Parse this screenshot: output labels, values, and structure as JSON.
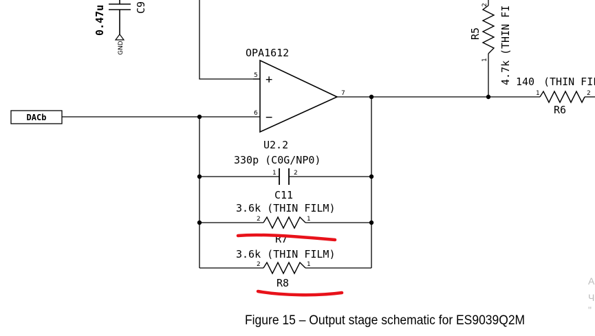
{
  "schematic": {
    "opamp_part": "OPA1612",
    "opamp_ref": "U2.2",
    "pin_in_plus": "5",
    "pin_in_minus": "6",
    "pin_out": "7",
    "plus_sign": "+",
    "minus_sign": "−",
    "input_net": "DACb",
    "c9_value": "0.47u",
    "c9_ref": "C9",
    "gnd_label": "GND",
    "r5_ref": "R5",
    "r5_value": "4.7k",
    "r5_type": "(THIN FI",
    "r5_pin_top": "2",
    "r5_pin_bottom": "1",
    "r6_value": "140",
    "r6_type": "(THIN FIL",
    "r6_ref": "R6",
    "r6_pin_left": "1",
    "r6_pin_right": "2",
    "c11_value": "330p (C0G/NP0)",
    "c11_ref": "C11",
    "c11_pin_left": "1",
    "c11_pin_right": "2",
    "r7_value": "3.6k (THIN FILM)",
    "r7_ref": "R7",
    "r7_pin_left": "2",
    "r7_pin_right": "1",
    "r8_value": "3.6k (THIN FILM)",
    "r8_ref": "R8",
    "r8_pin_left": "2",
    "r8_pin_right": "1",
    "edge_chars": [
      "A",
      "Ч",
      "\""
    ]
  },
  "caption": "Figure 15 – Output stage schematic for ES9039Q2M",
  "colors": {
    "wire": "#000000",
    "highlight": "#e8121a",
    "edge_text": "#bbbbbb"
  }
}
